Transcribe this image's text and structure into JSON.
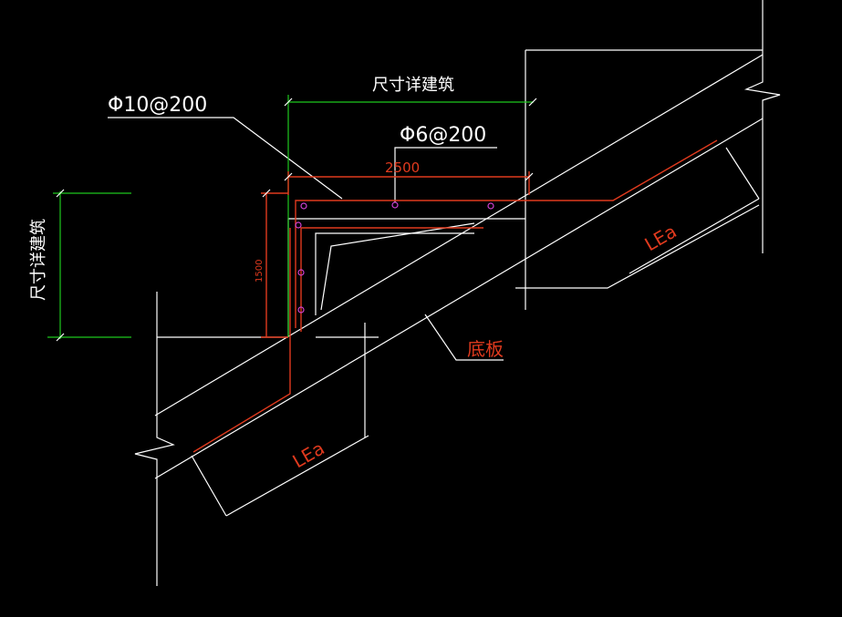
{
  "labels": {
    "rebar_main": "Φ10@200",
    "rebar_dist": "Φ6@200",
    "dim_top": "尺寸详建筑",
    "dim_left": "尺寸详建筑",
    "width_dim": "2500",
    "height_dim": "1500",
    "anchor_upper": "LEa",
    "anchor_lower": "LEa",
    "slab": "底板"
  },
  "colors": {
    "background": "#000000",
    "outline": "#ffffff",
    "rebar": "#e03a1e",
    "dimension": "#1ec81e",
    "rebar_dot": "#d040d0"
  }
}
